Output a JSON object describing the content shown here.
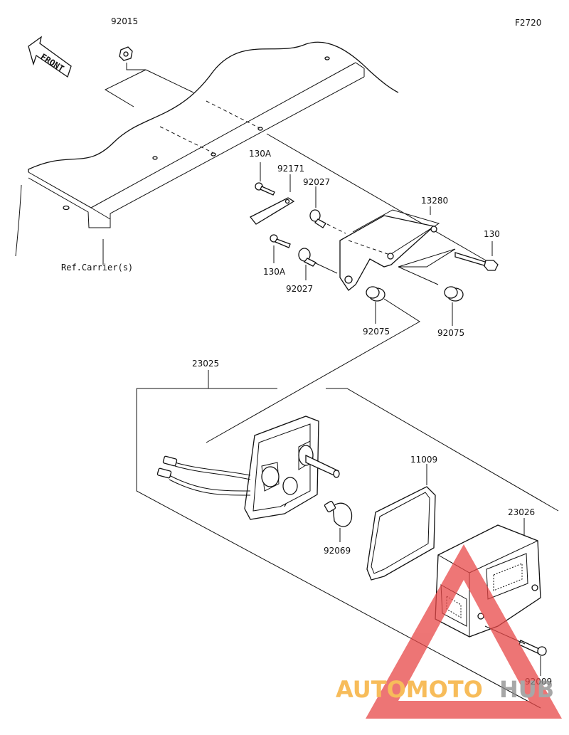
{
  "figure_id": "F2720",
  "front_label": "FRONT",
  "ref_label": "Ref.Carrier(s)",
  "parts": {
    "p92015": "92015",
    "p130A_top": "130A",
    "p92171": "92171",
    "p92027_top": "92027",
    "p13280": "13280",
    "p130": "130",
    "p130A_bottom": "130A",
    "p92027_bottom": "92027",
    "p92075_left": "92075",
    "p92075_right": "92075",
    "p23025": "23025",
    "p11009": "11009",
    "p23026": "23026",
    "p92069": "92069",
    "p92009": "92009"
  },
  "watermark": {
    "brand_left": "AUTOMOTO",
    "brand_right": "HUB",
    "color_left": "#f5a623",
    "color_right": "#8a8a8a",
    "triangle_color": "#e84848"
  }
}
